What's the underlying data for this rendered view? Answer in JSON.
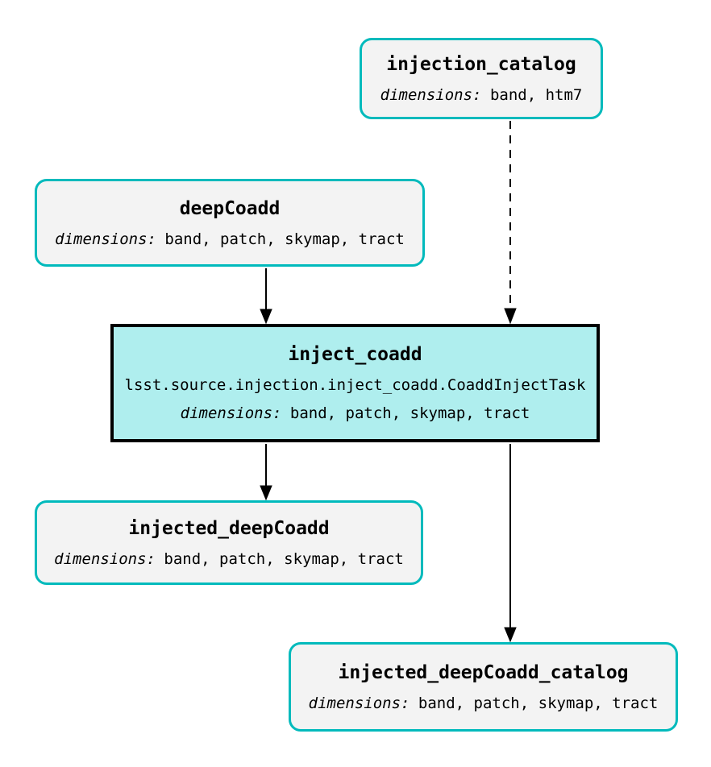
{
  "diagram": {
    "colors": {
      "background": "#ffffff",
      "accent_teal": "#00BABC",
      "dataset_fill": "#F3F3F3",
      "task_fill": "#AFEEEE",
      "edge": "#000000"
    },
    "nodes": {
      "injection_catalog": {
        "type": "dataset",
        "title": "injection_catalog",
        "dimensions_label": "dimensions:",
        "dimensions": "band, htm7"
      },
      "deepCoadd": {
        "type": "dataset",
        "title": "deepCoadd",
        "dimensions_label": "dimensions:",
        "dimensions": "band, patch, skymap, tract"
      },
      "inject_coadd": {
        "type": "task",
        "title": "inject_coadd",
        "task_class": "lsst.source.injection.inject_coadd.CoaddInjectTask",
        "dimensions_label": "dimensions:",
        "dimensions": "band, patch, skymap, tract"
      },
      "injected_deepCoadd": {
        "type": "dataset",
        "title": "injected_deepCoadd",
        "dimensions_label": "dimensions:",
        "dimensions": "band, patch, skymap, tract"
      },
      "injected_deepCoadd_catalog": {
        "type": "dataset",
        "title": "injected_deepCoadd_catalog",
        "dimensions_label": "dimensions:",
        "dimensions": "band, patch, skymap, tract"
      }
    },
    "edges": [
      {
        "from": "injection_catalog",
        "to": "inject_coadd",
        "style": "dashed"
      },
      {
        "from": "deepCoadd",
        "to": "inject_coadd",
        "style": "solid"
      },
      {
        "from": "inject_coadd",
        "to": "injected_deepCoadd",
        "style": "solid"
      },
      {
        "from": "inject_coadd",
        "to": "injected_deepCoadd_catalog",
        "style": "solid"
      }
    ]
  }
}
